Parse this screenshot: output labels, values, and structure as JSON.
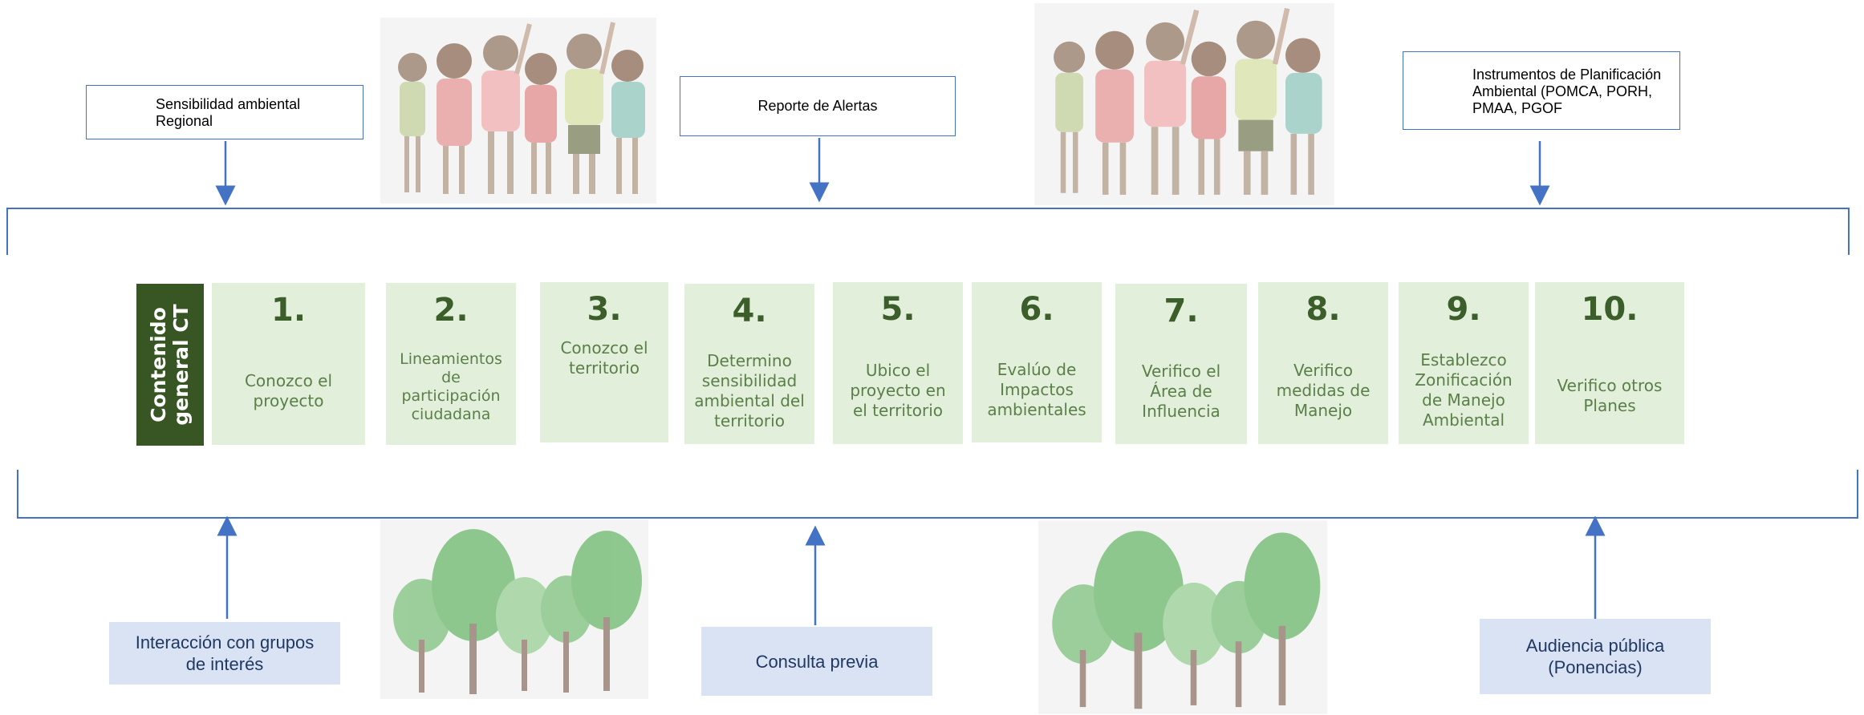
{
  "top_boxes": {
    "sensibilidad": "Sensibilidad ambiental Regional",
    "alertas": "Reporte de Alertas",
    "instrumentos": "Instrumentos de Planificación Ambiental (POMCA, PORH, PMAA, PGOF"
  },
  "side_label": "Contenido general CT",
  "steps": [
    {
      "num": "1.",
      "label": "Conozco el proyecto"
    },
    {
      "num": "2.",
      "label": "Lineamientos de participación ciudadana"
    },
    {
      "num": "3.",
      "label": "Conozco el territorio"
    },
    {
      "num": "4.",
      "label": "Determino sensibilidad ambiental del territorio"
    },
    {
      "num": "5.",
      "label": "Ubico el proyecto en el territorio"
    },
    {
      "num": "6.",
      "label": "Evalúo de Impactos ambientales"
    },
    {
      "num": "7.",
      "label": "Verifico el Área de Influencia"
    },
    {
      "num": "8.",
      "label": "Verifico medidas de Manejo"
    },
    {
      "num": "9.",
      "label": "Establezco Zonificación de Manejo Ambiental"
    },
    {
      "num": "10.",
      "label": "Verifico otros Planes"
    }
  ],
  "bottom_boxes": {
    "interaccion": "Interacción con grupos de interés",
    "consulta": "Consulta previa",
    "audiencia": "Audiencia pública (Ponencias)"
  },
  "colors": {
    "line": "#4472c4",
    "step_fill": "#e2efda",
    "side_fill": "#375623",
    "bottom_fill": "#dae3f3"
  }
}
